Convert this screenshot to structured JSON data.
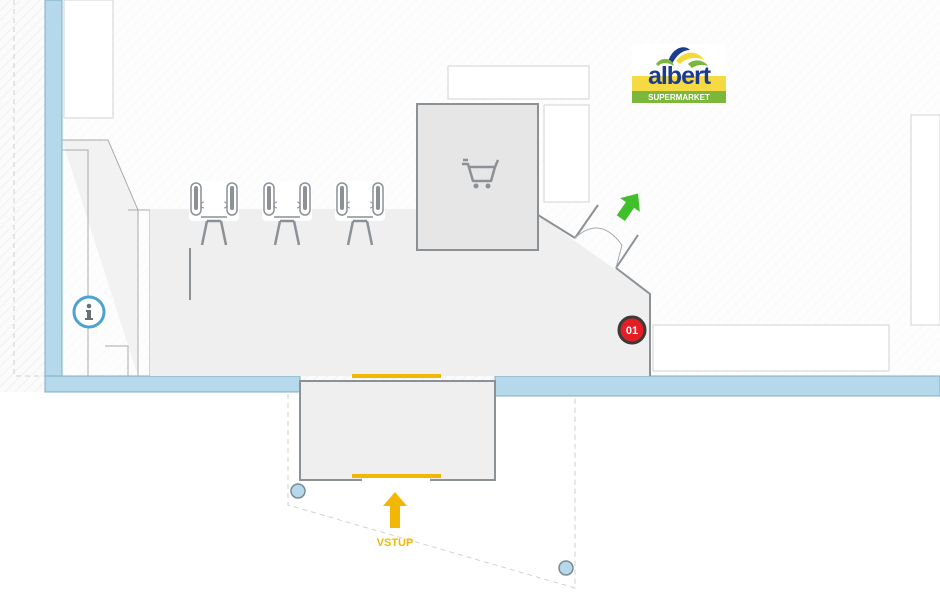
{
  "map": {
    "store": {
      "brand": "albert",
      "tagline": "SUPERMARKET"
    },
    "entrance_label": "VSTUP",
    "marker_label": "01",
    "icons": {
      "info": "info-icon",
      "cart": "shopping-cart-icon",
      "entrance_arrow": "entrance-arrow-icon",
      "exit_arrow": "exit-arrow-icon"
    },
    "colors": {
      "wall": "#b5d8ea",
      "wall_stroke": "#7faec7",
      "floor": "#efefef",
      "outline": "#8c9196",
      "entrance_accent": "#f2b705",
      "exit_accent": "#3fbf2a",
      "marker": "#e31e24",
      "info_ring": "#4da3d0",
      "brand_blue": "#1a3d8f",
      "brand_green": "#7ab73b",
      "brand_yellow": "#f5d83a"
    }
  }
}
